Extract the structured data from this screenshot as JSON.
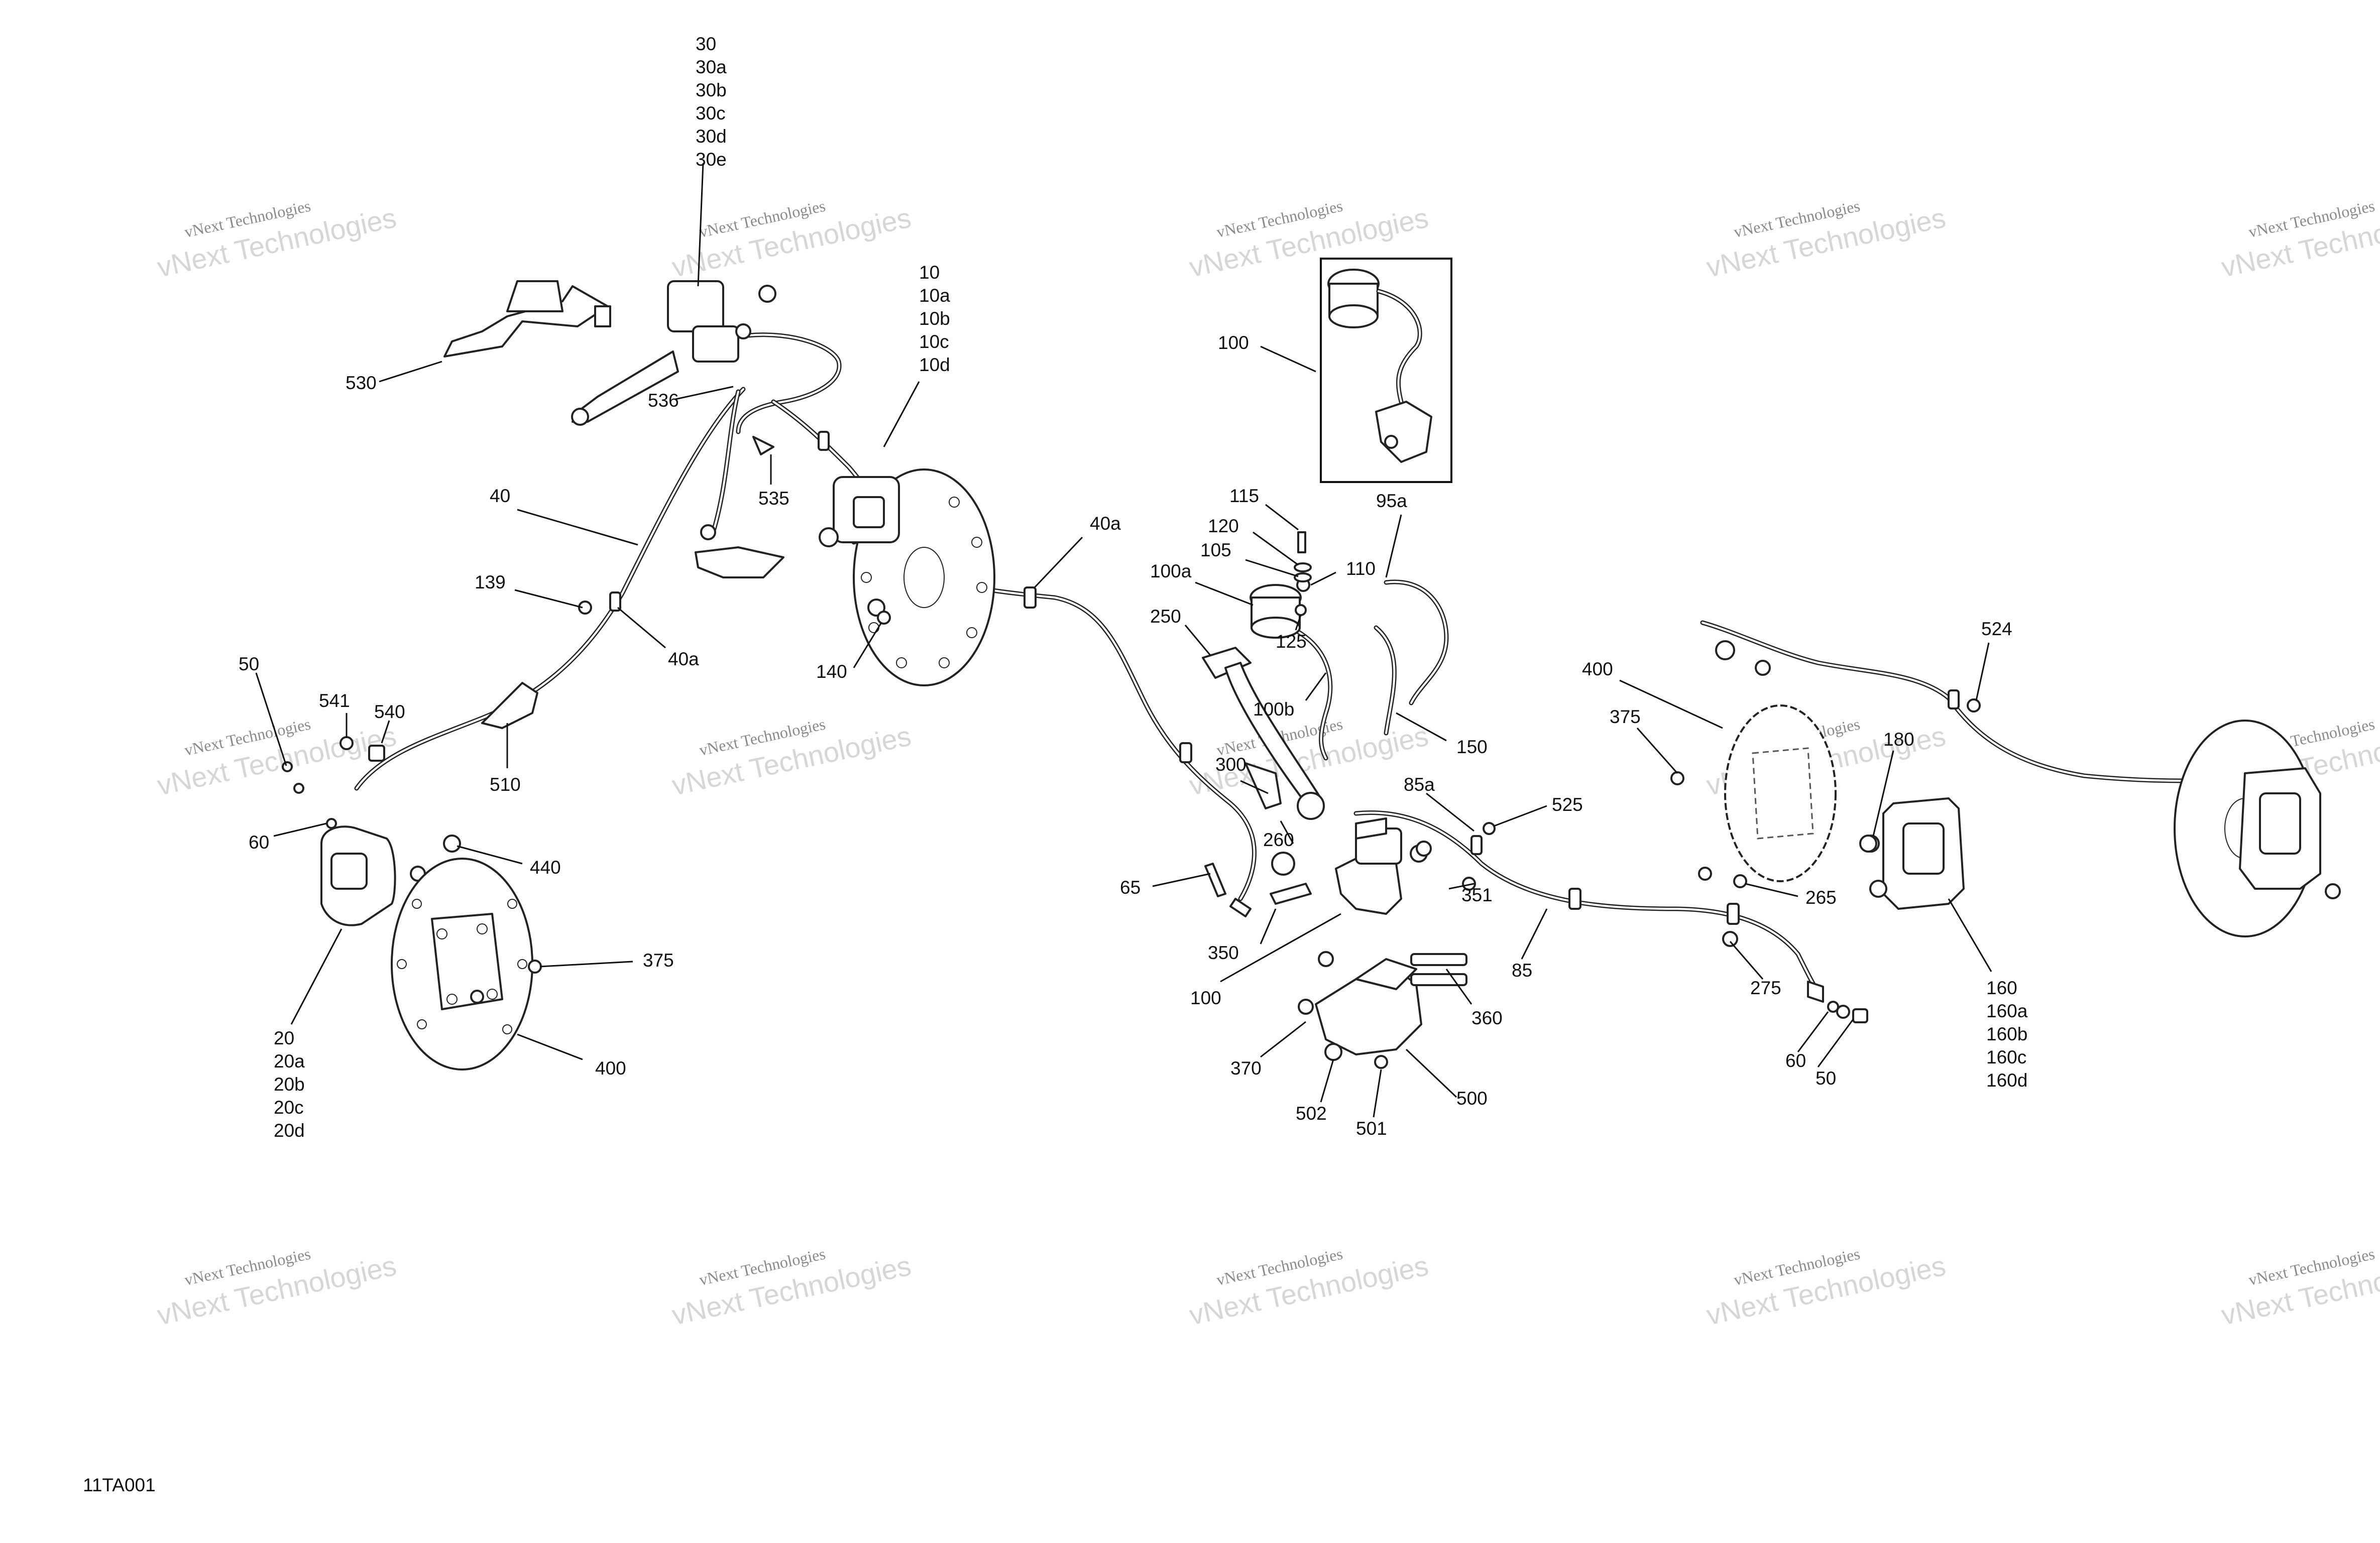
{
  "figure_code": "11TA001",
  "watermark": {
    "line1": "vNext Technologies",
    "line2": "vNext Technologies"
  },
  "labels": {
    "l30": "30",
    "l30a": "30a",
    "l30b": "30b",
    "l30c": "30c",
    "l30d": "30d",
    "l30e": "30e",
    "l10": "10",
    "l10a": "10a",
    "l10b": "10b",
    "l10c": "10c",
    "l10d": "10d",
    "l530": "530",
    "l536": "536",
    "l535": "535",
    "l40": "40",
    "l139": "139",
    "l40a_left": "40a",
    "l40a_mid": "40a",
    "l140": "140",
    "l50_left": "50",
    "l541": "541",
    "l540": "540",
    "l510": "510",
    "l60_left": "60",
    "l440": "440",
    "l375_left": "375",
    "l400_left": "400",
    "l20": "20",
    "l20a": "20a",
    "l20b": "20b",
    "l20c": "20c",
    "l20d": "20d",
    "l100_box": "100",
    "l95a": "95a",
    "l115": "115",
    "l120": "120",
    "l105": "105",
    "l110": "110",
    "l100a": "100a",
    "l250": "250",
    "l125": "125",
    "l100b": "100b",
    "l150": "150",
    "l300": "300",
    "l85a": "85a",
    "l525": "525",
    "l260": "260",
    "l65": "65",
    "l351": "351",
    "l350": "350",
    "l85": "85",
    "l100_bottom": "100",
    "l360": "360",
    "l370": "370",
    "l500": "500",
    "l502": "502",
    "l501": "501",
    "l400_right": "400",
    "l375_right": "375",
    "l524": "524",
    "l180": "180",
    "l265": "265",
    "l275": "275",
    "l60_right": "60",
    "l50_right": "50",
    "l160": "160",
    "l160a": "160a",
    "l160b": "160b",
    "l160c": "160c",
    "l160d": "160d"
  }
}
